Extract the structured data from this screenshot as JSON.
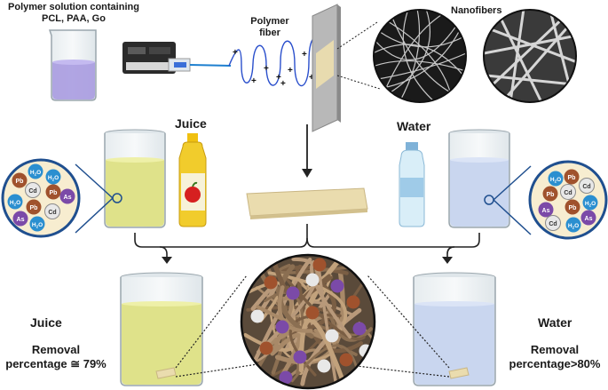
{
  "labels": {
    "polymer_solution_line1": "Polymer solution containing",
    "polymer_solution_line2": "PCL, PAA, Go",
    "polymer_fiber_line1": "Polymer",
    "polymer_fiber_line2": "fiber",
    "nanofibers": "Nanofibers",
    "juice_top": "Juice",
    "water_top": "Water",
    "juice_bottom": "Juice",
    "water_bottom": "Water",
    "juice_removal_line1": "Removal",
    "juice_removal_line2": "percentage ≅ 79%",
    "water_removal_line1": "Removal",
    "water_removal_line2": "percentage>80%"
  },
  "ions": {
    "pb": "Pb",
    "cd": "Cd",
    "as": "As",
    "h2o_main": "H",
    "h2o_sub": "2",
    "h2o_end": "O"
  },
  "colors": {
    "pb": "#a0522d",
    "cd": "#e8e8e8",
    "as": "#7b4aa8",
    "h2o": "#2b8fd0",
    "juice_liquid": "#dfe28a",
    "water_liquid": "#c9d6ef",
    "polymer_solution": "#a99be0",
    "membrane": "#eadcae",
    "fiber_brown": "#8b6f52"
  }
}
